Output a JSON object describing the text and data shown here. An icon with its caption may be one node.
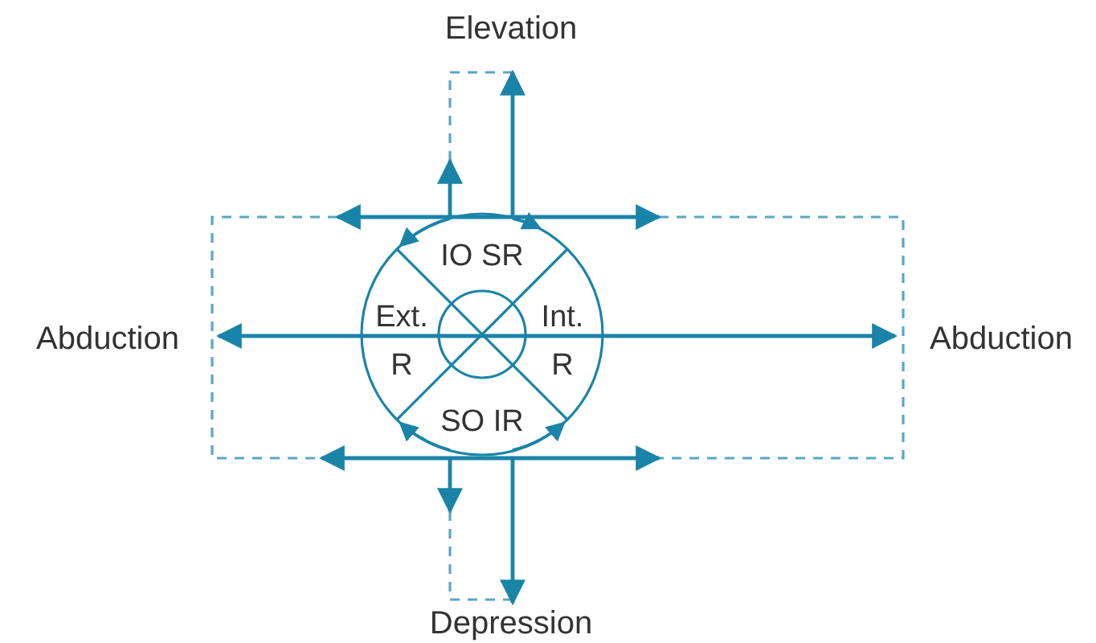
{
  "diagram": {
    "labels": [
      "Elevation",
      "Abduction",
      "IO SR",
      "Ext. R",
      "Int. R",
      "Abduction",
      "SO IR",
      "Depression"
    ]
  }
}
